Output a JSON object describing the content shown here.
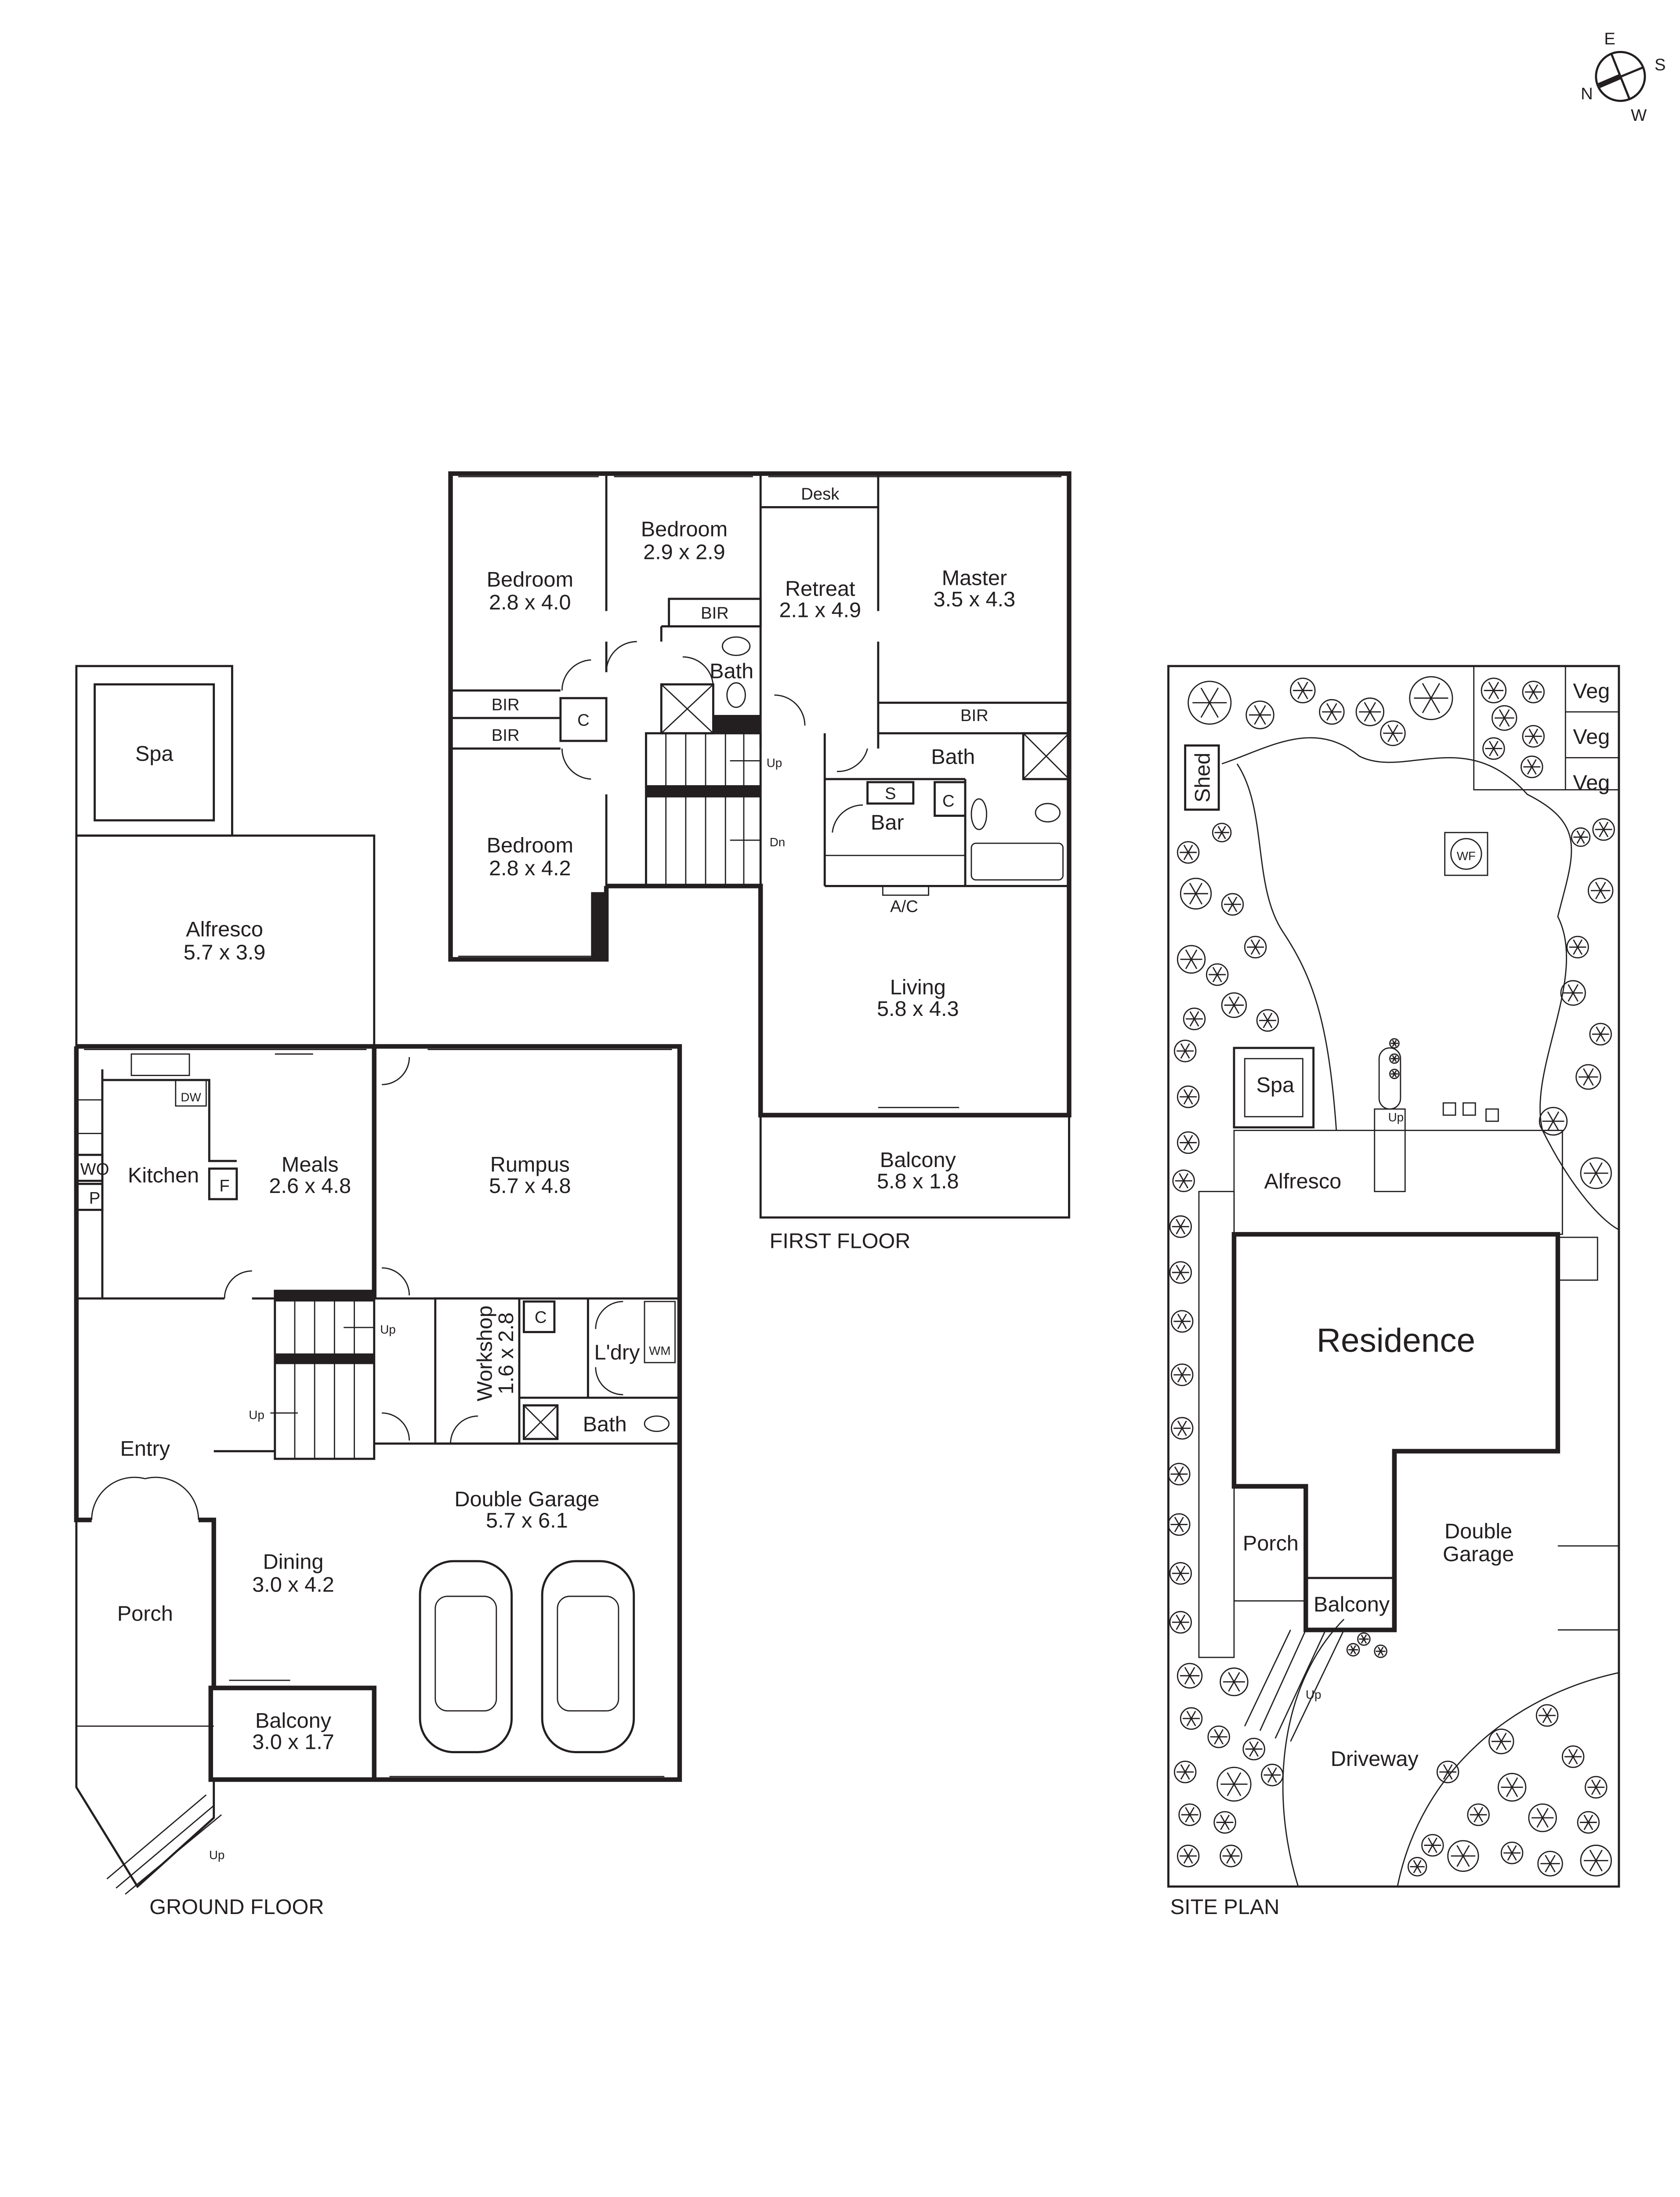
{
  "compass": {
    "n": "N",
    "e": "E",
    "s": "S",
    "w": "W"
  },
  "first_floor": {
    "caption": "FIRST FLOOR",
    "rooms": {
      "bedroom_a": {
        "name": "Bedroom",
        "dims": "2.8 x 4.0"
      },
      "bedroom_b": {
        "name": "Bedroom",
        "dims": "2.9 x 2.9"
      },
      "bedroom_c": {
        "name": "Bedroom",
        "dims": "2.8 x 4.2"
      },
      "retreat": {
        "name": "Retreat",
        "dims": "2.1 x 4.9"
      },
      "master": {
        "name": "Master",
        "dims": "3.5 x 4.3"
      },
      "living": {
        "name": "Living",
        "dims": "5.8 x 4.3"
      },
      "balcony": {
        "name": "Balcony",
        "dims": "5.8 x 1.8"
      }
    },
    "labels": {
      "desk": "Desk",
      "bir": "BIR",
      "c": "C",
      "bath": "Bath",
      "bar": "Bar",
      "s": "S",
      "ac": "A/C",
      "up": "Up",
      "dn": "Dn"
    }
  },
  "ground_floor": {
    "caption": "GROUND FLOOR",
    "rooms": {
      "spa": {
        "name": "Spa"
      },
      "alfresco": {
        "name": "Alfresco",
        "dims": "5.7 x 3.9"
      },
      "kitchen": {
        "name": "Kitchen"
      },
      "meals": {
        "name": "Meals",
        "dims": "2.6 x 4.8"
      },
      "rumpus": {
        "name": "Rumpus",
        "dims": "5.7 x 4.8"
      },
      "workshop": {
        "name": "Workshop",
        "dims": "1.6 x 2.8"
      },
      "laundry": {
        "name": "L'dry"
      },
      "bath": {
        "name": "Bath"
      },
      "entry": {
        "name": "Entry"
      },
      "porch": {
        "name": "Porch"
      },
      "dining": {
        "name": "Dining",
        "dims": "3.0 x 4.2"
      },
      "balcony": {
        "name": "Balcony",
        "dims": "3.0 x 1.7"
      },
      "garage": {
        "name": "Double Garage",
        "dims": "5.7 x 6.1"
      }
    },
    "labels": {
      "dw": "DW",
      "f": "F",
      "wo": "WO",
      "p": "P",
      "c": "C",
      "wm": "WM",
      "up": "Up"
    }
  },
  "site_plan": {
    "caption": "SITE PLAN",
    "labels": {
      "shed": "Shed",
      "veg": "Veg",
      "wf": "WF",
      "spa": "Spa",
      "alfresco": "Alfresco",
      "residence": "Residence",
      "porch": "Porch",
      "garage_1": "Double",
      "garage_2": "Garage",
      "balcony": "Balcony",
      "driveway": "Driveway",
      "up": "Up"
    }
  }
}
